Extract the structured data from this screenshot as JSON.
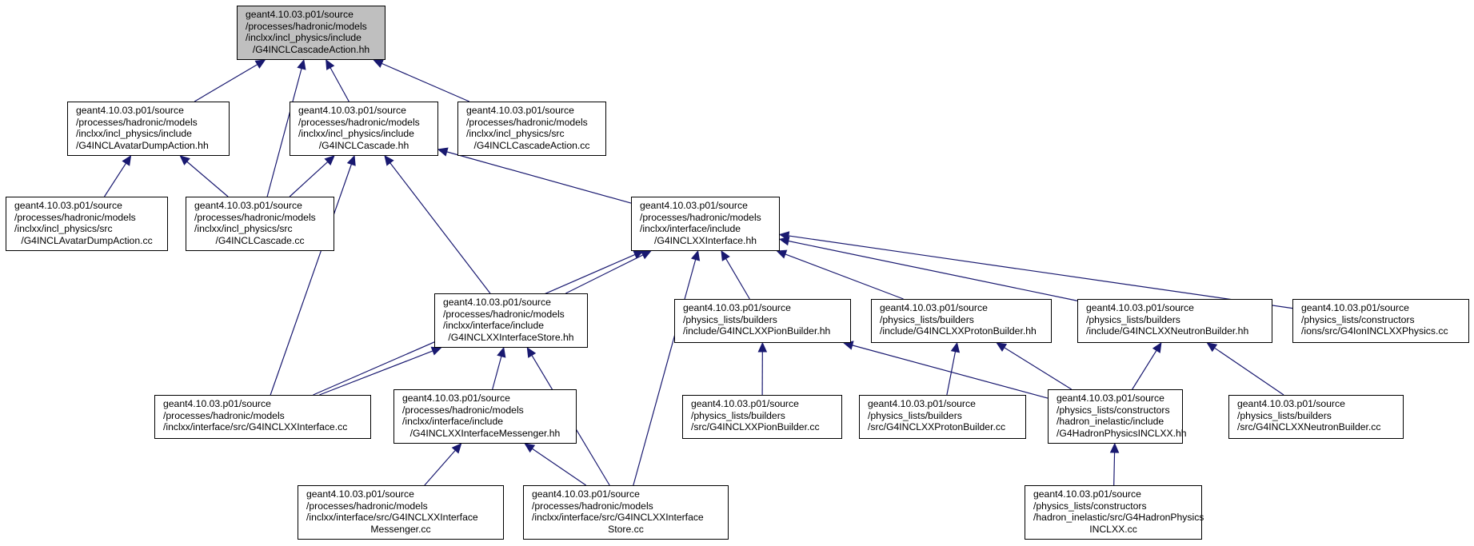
{
  "diagram": {
    "colors": {
      "edge": "#191970",
      "root_fill": "#bfbfbf",
      "node_fill": "#ffffff",
      "border": "#000000"
    },
    "nodes": [
      {
        "id": "n0",
        "root": true,
        "lines": [
          "geant4.10.03.p01/source",
          "/processes/hadronic/models",
          "/inclxx/incl_physics/include",
          "/G4INCLCascadeAction.hh"
        ]
      },
      {
        "id": "n1",
        "lines": [
          "geant4.10.03.p01/source",
          "/processes/hadronic/models",
          "/inclxx/incl_physics/include",
          "/G4INCLAvatarDumpAction.hh"
        ]
      },
      {
        "id": "n2",
        "lines": [
          "geant4.10.03.p01/source",
          "/processes/hadronic/models",
          "/inclxx/incl_physics/include",
          "/G4INCLCascade.hh"
        ]
      },
      {
        "id": "n3",
        "lines": [
          "geant4.10.03.p01/source",
          "/processes/hadronic/models",
          "/inclxx/incl_physics/src",
          "/G4INCLCascadeAction.cc"
        ]
      },
      {
        "id": "n4",
        "lines": [
          "geant4.10.03.p01/source",
          "/processes/hadronic/models",
          "/inclxx/incl_physics/src",
          "/G4INCLAvatarDumpAction.cc"
        ]
      },
      {
        "id": "n5",
        "lines": [
          "geant4.10.03.p01/source",
          "/processes/hadronic/models",
          "/inclxx/incl_physics/src",
          "/G4INCLCascade.cc"
        ]
      },
      {
        "id": "n6",
        "lines": [
          "geant4.10.03.p01/source",
          "/processes/hadronic/models",
          "/inclxx/interface/include",
          "/G4INCLXXInterface.hh"
        ]
      },
      {
        "id": "n7",
        "lines": [
          "geant4.10.03.p01/source",
          "/processes/hadronic/models",
          "/inclxx/interface/include",
          "/G4INCLXXInterfaceStore.hh"
        ]
      },
      {
        "id": "n8",
        "lines": [
          "geant4.10.03.p01/source",
          "/physics_lists/builders",
          "/include/G4INCLXXPionBuilder.hh"
        ]
      },
      {
        "id": "n9",
        "lines": [
          "geant4.10.03.p01/source",
          "/physics_lists/builders",
          "/include/G4INCLXXProtonBuilder.hh"
        ]
      },
      {
        "id": "n10",
        "lines": [
          "geant4.10.03.p01/source",
          "/physics_lists/builders",
          "/include/G4INCLXXNeutronBuilder.hh"
        ]
      },
      {
        "id": "n11",
        "lines": [
          "geant4.10.03.p01/source",
          "/physics_lists/constructors",
          "/ions/src/G4IonINCLXXPhysics.cc"
        ]
      },
      {
        "id": "n12",
        "lines": [
          "geant4.10.03.p01/source",
          "/processes/hadronic/models",
          "/inclxx/interface/src/G4INCLXXInterface.cc"
        ]
      },
      {
        "id": "n13",
        "lines": [
          "geant4.10.03.p01/source",
          "/processes/hadronic/models",
          "/inclxx/interface/include",
          "/G4INCLXXInterfaceMessenger.hh"
        ]
      },
      {
        "id": "n14",
        "lines": [
          "geant4.10.03.p01/source",
          "/physics_lists/builders",
          "/src/G4INCLXXPionBuilder.cc"
        ]
      },
      {
        "id": "n15",
        "lines": [
          "geant4.10.03.p01/source",
          "/physics_lists/builders",
          "/src/G4INCLXXProtonBuilder.cc"
        ]
      },
      {
        "id": "n16",
        "lines": [
          "geant4.10.03.p01/source",
          "/physics_lists/constructors",
          "/hadron_inelastic/include",
          "/G4HadronPhysicsINCLXX.hh"
        ]
      },
      {
        "id": "n17",
        "lines": [
          "geant4.10.03.p01/source",
          "/physics_lists/builders",
          "/src/G4INCLXXNeutronBuilder.cc"
        ]
      },
      {
        "id": "n18",
        "lines": [
          "geant4.10.03.p01/source",
          "/processes/hadronic/models",
          "/inclxx/interface/src/G4INCLXXInterface",
          "Messenger.cc"
        ]
      },
      {
        "id": "n19",
        "lines": [
          "geant4.10.03.p01/source",
          "/processes/hadronic/models",
          "/inclxx/interface/src/G4INCLXXInterface",
          "Store.cc"
        ]
      },
      {
        "id": "n20",
        "lines": [
          "geant4.10.03.p01/source",
          "/physics_lists/constructors",
          "/hadron_inelastic/src/G4HadronPhysics",
          "INCLXX.cc"
        ]
      }
    ],
    "edges": [
      [
        "n1",
        "n0"
      ],
      [
        "n2",
        "n0"
      ],
      [
        "n3",
        "n0"
      ],
      [
        "n5",
        "n0"
      ],
      [
        "n4",
        "n1"
      ],
      [
        "n5",
        "n1"
      ],
      [
        "n5",
        "n2"
      ],
      [
        "n12",
        "n2"
      ],
      [
        "n7",
        "n2"
      ],
      [
        "n6",
        "n2"
      ],
      [
        "n12",
        "n6"
      ],
      [
        "n7",
        "n6"
      ],
      [
        "n19",
        "n6"
      ],
      [
        "n8",
        "n6"
      ],
      [
        "n9",
        "n6"
      ],
      [
        "n10",
        "n6"
      ],
      [
        "n11",
        "n6"
      ],
      [
        "n12",
        "n7"
      ],
      [
        "n13",
        "n7"
      ],
      [
        "n19",
        "n7"
      ],
      [
        "n18",
        "n13"
      ],
      [
        "n19",
        "n13"
      ],
      [
        "n14",
        "n8"
      ],
      [
        "n16",
        "n8"
      ],
      [
        "n15",
        "n9"
      ],
      [
        "n16",
        "n9"
      ],
      [
        "n16",
        "n10"
      ],
      [
        "n17",
        "n10"
      ],
      [
        "n20",
        "n16"
      ]
    ]
  }
}
